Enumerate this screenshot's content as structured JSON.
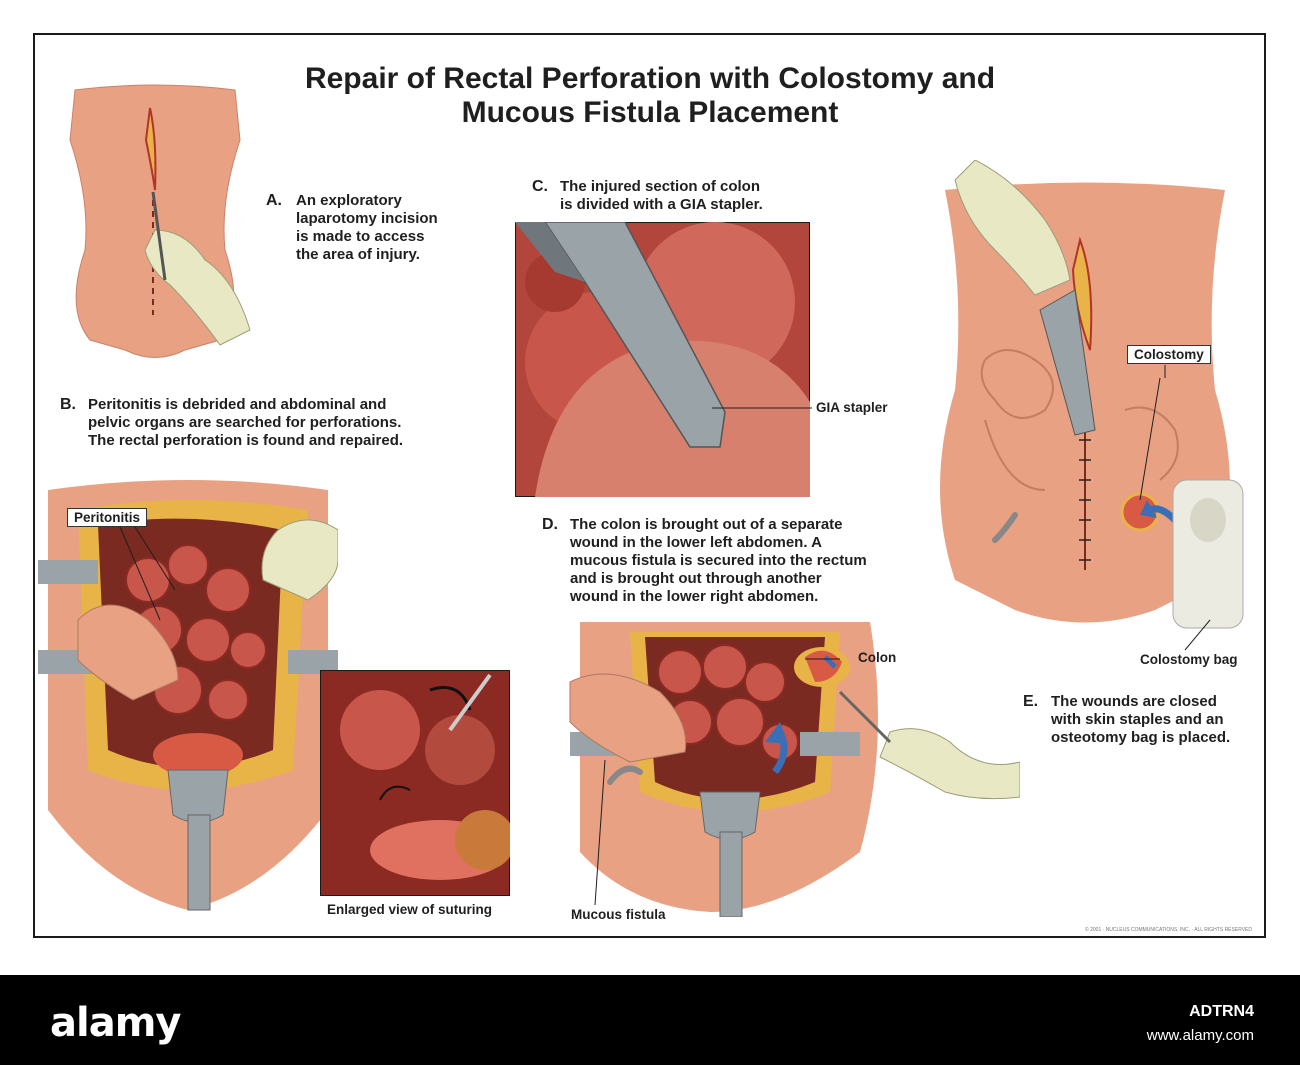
{
  "title": {
    "line1": "Repair of Rectal Perforation with Colostomy and",
    "line2": "Mucous Fistula Placement"
  },
  "steps": {
    "a": {
      "letter": "A.",
      "lines": [
        "An exploratory",
        "laparotomy incision",
        "is made to access",
        "the area of injury."
      ]
    },
    "b": {
      "letter": "B.",
      "lines": [
        "Peritonitis is debrided and abdominal and",
        "pelvic organs are searched for perforations.",
        "The rectal perforation is found and repaired."
      ]
    },
    "c": {
      "letter": "C.",
      "lines": [
        "The injured section of colon",
        "is divided with a GIA stapler."
      ]
    },
    "d": {
      "letter": "D.",
      "lines": [
        "The colon is brought out of a separate",
        "wound in the lower left abdomen. A",
        "mucous fistula is secured into the rectum",
        "and is brought out through another",
        "wound in the lower right abdomen."
      ]
    },
    "e": {
      "letter": "E.",
      "lines": [
        "The wounds are closed",
        "with skin staples and an",
        "osteotomy bag is placed."
      ]
    }
  },
  "labels": {
    "peritonitis": "Peritonitis",
    "gia_stapler": "GIA stapler",
    "colostomy": "Colostomy",
    "colostomy_bag": "Colostomy bag",
    "colon": "Colon",
    "mucous_fistula": "Mucous fistula",
    "enlarged_view": "Enlarged view of suturing"
  },
  "copyright": "© 2001 · NUCLEUS COMMUNICATIONS, INC. · ALL RIGHTS RESERVED",
  "footer": {
    "logo": "alamy",
    "image_id": "ADTRN4",
    "url": "www.alamy.com"
  },
  "colors": {
    "skin": "#e8a183",
    "organ": "#c9564a",
    "fat": "#e8b448",
    "glove": "#e8e8c4",
    "steel": "#9aa3a8",
    "arrow": "#3a6fb8"
  }
}
